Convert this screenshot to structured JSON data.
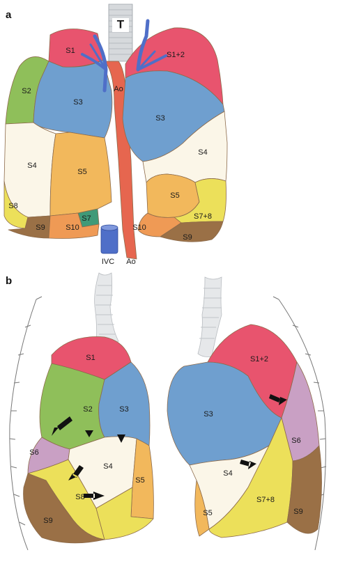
{
  "panel_a": {
    "letter": "a",
    "trachea_label": "T",
    "labels": {
      "r_s1": "S1",
      "r_s2": "S2",
      "r_s3": "S3",
      "r_s4": "S4",
      "r_s5": "S5",
      "r_s7": "S7",
      "r_s8": "S8",
      "r_s9": "S9",
      "r_s10": "S10",
      "l_s1_2": "S1+2",
      "l_s3": "S3",
      "l_s4": "S4",
      "l_s5": "S5",
      "l_s7_8": "S7+8",
      "l_s9": "S9",
      "l_s10": "S10",
      "ao_top": "Ao",
      "ivc": "IVC",
      "ao_bottom": "Ao"
    }
  },
  "panel_b": {
    "letter": "b",
    "labels": {
      "r_s1": "S1",
      "r_s2": "S2",
      "r_s3": "S3",
      "r_s4": "S4",
      "r_s5": "S5",
      "r_s6": "S6",
      "r_s8": "S8",
      "r_s9": "S9",
      "l_s1_2": "S1+2",
      "l_s3": "S3",
      "l_s4": "S4",
      "l_s5": "S5",
      "l_s6": "S6",
      "l_s7_8": "S7+8",
      "l_s9": "S9"
    }
  },
  "colors": {
    "s1": "#e8546e",
    "s2": "#8fbf5a",
    "s3": "#6f9fcf",
    "s4": "#fbf6e8",
    "s5": "#f2b85c",
    "s6": "#c9a0c4",
    "s7": "#3f9a78",
    "s8": "#ece05a",
    "s9": "#9a7046",
    "s10": "#ef9a55",
    "vessel_blue": "#4f6fc8",
    "vessel_red": "#e6664f",
    "trachea": "#d6d9dc"
  }
}
